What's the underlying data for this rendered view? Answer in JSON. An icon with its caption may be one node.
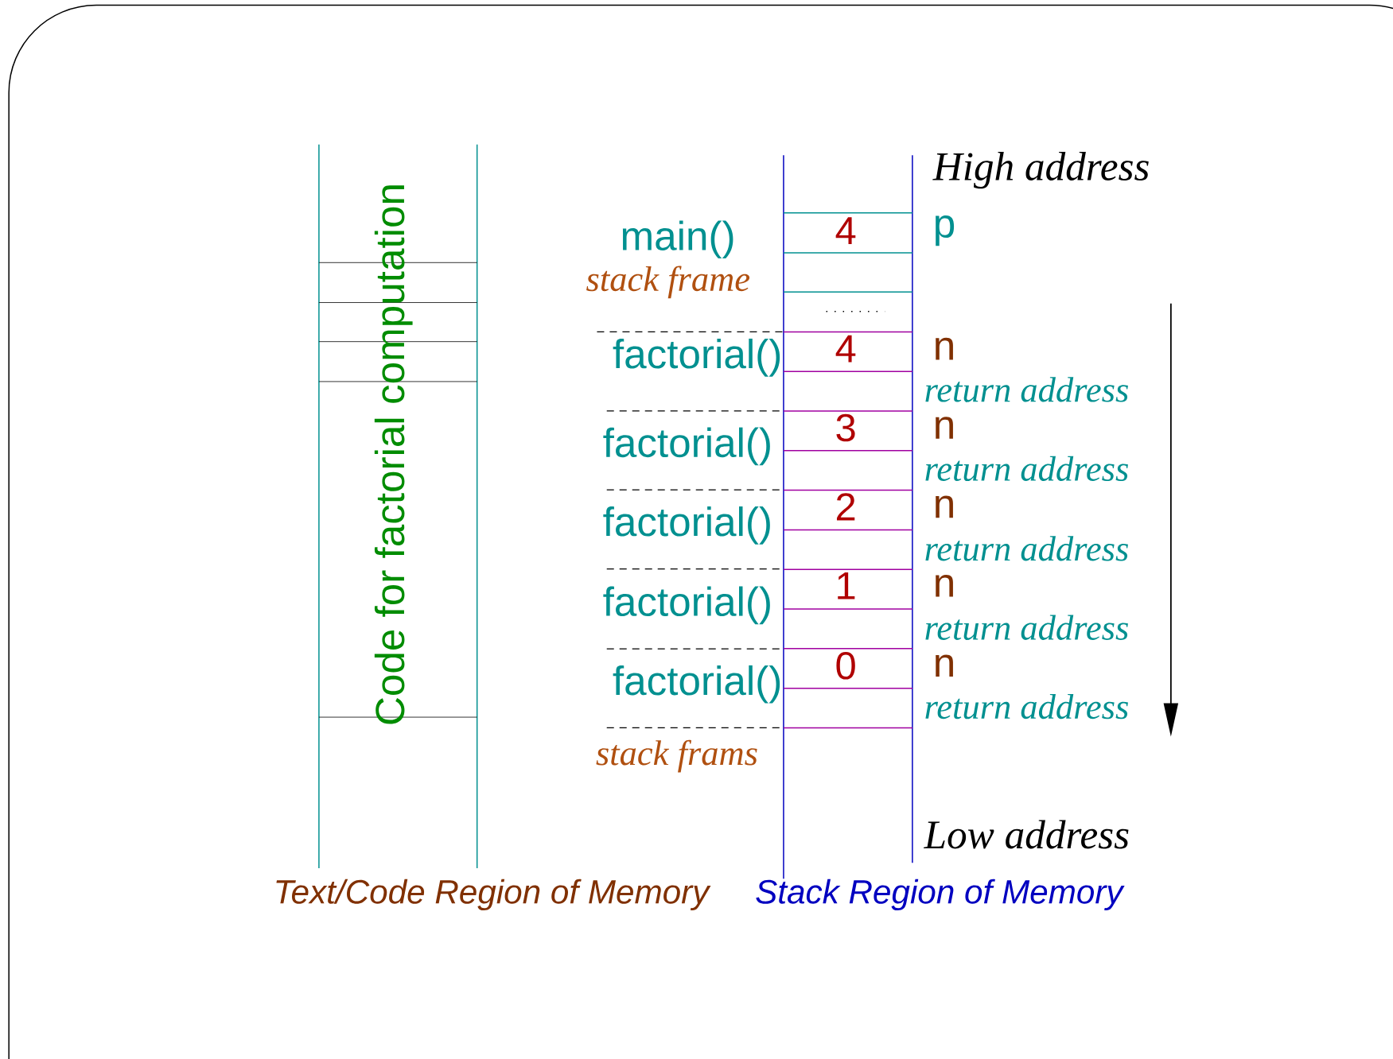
{
  "diagram": {
    "labels": [
      "Code for factorial computation",
      "High address",
      "main()",
      "4",
      "p",
      "stack frame",
      "factorial()",
      "4",
      "n",
      "return address",
      "factorial()",
      "3",
      "n",
      "return address",
      "factorial()",
      "2",
      "n",
      "return address",
      "factorial()",
      "1",
      "n",
      "return address",
      "factorial()",
      "0",
      "n",
      "return address",
      "stack frams",
      "Low address",
      "Text/Code Region of Memory",
      "Stack Region of Memory"
    ]
  }
}
